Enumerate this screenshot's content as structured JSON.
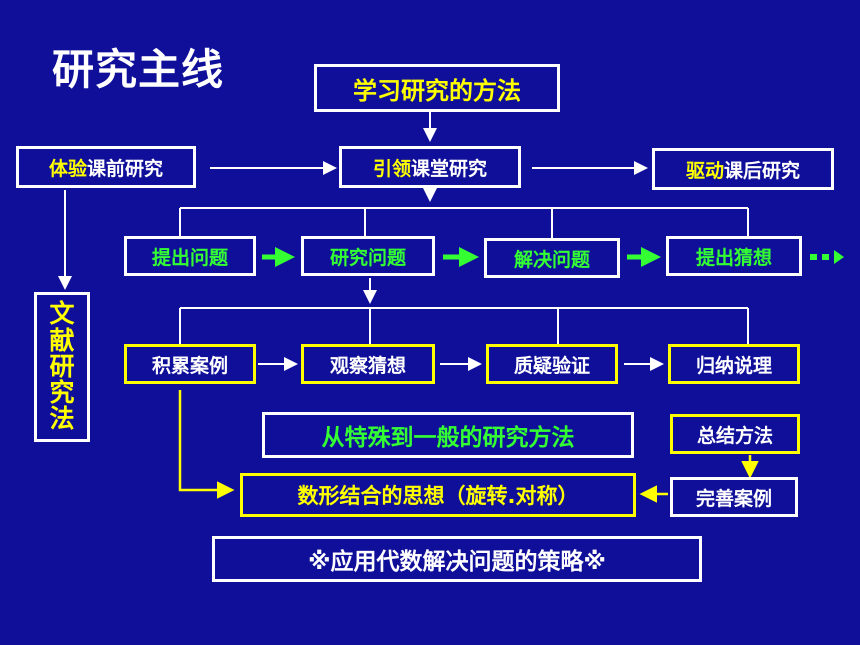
{
  "title": "研究主线",
  "top": {
    "method": "学习研究的方法",
    "pre": {
      "highlight": "体验",
      "rest": "课前研究"
    },
    "lead": {
      "highlight": "引领",
      "rest": "课堂研究"
    },
    "post": {
      "highlight": "驱动",
      "rest": "课后研究"
    }
  },
  "literature": [
    "文",
    "献",
    "研",
    "究",
    "法"
  ],
  "row1": [
    "提出问题",
    "研究问题",
    "解决问题",
    "提出猜想"
  ],
  "row2": [
    "积累案例",
    "观察猜想",
    "质疑验证",
    "归纳说理"
  ],
  "special": "从特殊到一般的研究方法",
  "summary": "总结方法",
  "improve": "完善案例",
  "combine": "数形结合的思想（旋转.对称）",
  "strategy": "※应用代数解决问题的策略※",
  "colors": {
    "background": "#0f0f99",
    "white": "#ffffff",
    "yellow": "#ffff00",
    "green": "#33ff33"
  }
}
